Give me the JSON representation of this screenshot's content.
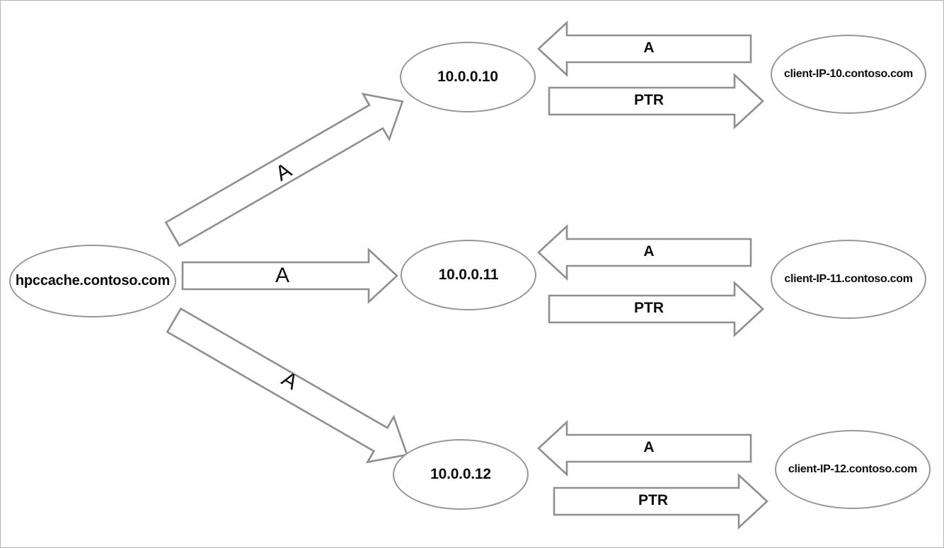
{
  "diagram": {
    "hub": {
      "label": "hpccache.contoso.com"
    },
    "rows": [
      {
        "ip": "10.0.0.10",
        "client": "client-IP-10.contoso.com",
        "hub_record_label": "A",
        "a_record_label": "A",
        "ptr_record_label": "PTR"
      },
      {
        "ip": "10.0.0.11",
        "client": "client-IP-11.contoso.com",
        "hub_record_label": "A",
        "a_record_label": "A",
        "ptr_record_label": "PTR"
      },
      {
        "ip": "10.0.0.12",
        "client": "client-IP-12.contoso.com",
        "hub_record_label": "A",
        "a_record_label": "A",
        "ptr_record_label": "PTR"
      }
    ]
  },
  "colors": {
    "background": "#ffffff",
    "border": "#b3b3b3",
    "arrow_stroke": "#8f8f8f",
    "ellipse_stroke": "#969696",
    "text": "#0d0d0d"
  }
}
